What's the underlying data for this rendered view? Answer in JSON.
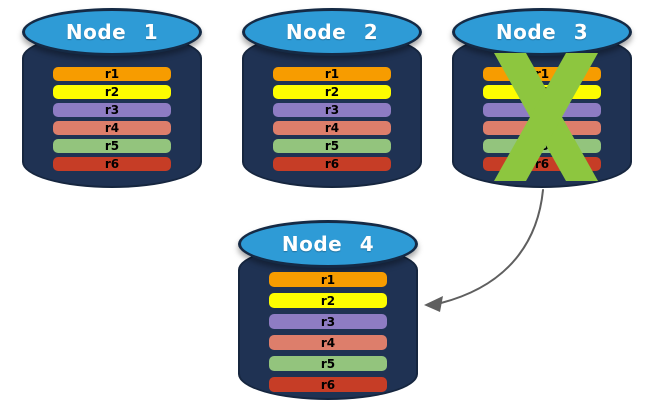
{
  "nodes": [
    {
      "title": "Node 1"
    },
    {
      "title": "Node 2"
    },
    {
      "title": "Node 3"
    },
    {
      "title": "Node 4"
    }
  ],
  "partitions": [
    {
      "label": "r1",
      "color": "#f79c00"
    },
    {
      "label": "r2",
      "color": "#fdfd00"
    },
    {
      "label": "r3",
      "color": "#8e7cc3"
    },
    {
      "label": "r4",
      "color": "#dd7e6b"
    },
    {
      "label": "r5",
      "color": "#93c47d"
    },
    {
      "label": "r6",
      "color": "#c63d26"
    }
  ],
  "colors": {
    "cylinder_body": "#1f3253",
    "cylinder_top": "#2e9bd6",
    "failure_x": "#8dc63f",
    "arrow": "#5f5f5f",
    "title_text": "#ffffff",
    "bar_text": "#000000"
  },
  "failure": {
    "node": "Node 3",
    "marker": "green-x-cross"
  },
  "arrow": {
    "from": "Node 3",
    "to": "Node 4"
  }
}
